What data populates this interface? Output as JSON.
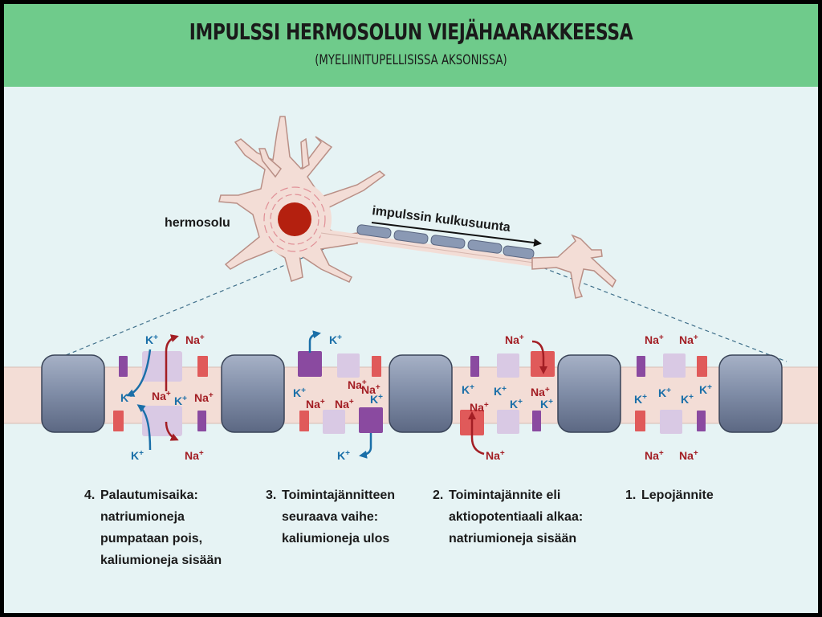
{
  "title": "IMPULSSI HERMOSOLUN VIEJÄHAARAKKEESSA",
  "subtitle": "(MYELIINITUPELLISISSA AKSONISSA)",
  "labels": {
    "neuron": "hermosolu",
    "direction": "impulssin kulkusuunta"
  },
  "ions": {
    "potassium": "K",
    "sodium": "Na",
    "charge": "+"
  },
  "stages": [
    {
      "number": "4.",
      "lines": [
        "Palautumisaika:",
        "natriumioneja",
        "pumpataan pois,",
        "kaliumioneja sisään"
      ]
    },
    {
      "number": "3.",
      "lines": [
        "Toimintajännitteen",
        "seuraava vaihe:",
        "kaliumioneja ulos"
      ]
    },
    {
      "number": "2.",
      "lines": [
        "Toimintajännite eli",
        "aktiopotentiaali alkaa:",
        "natriumioneja sisään"
      ]
    },
    {
      "number": "1.",
      "lines": [
        "Lepojännite"
      ]
    }
  ],
  "colors": {
    "header": "#6fcb8b",
    "background": "#e6f3f4",
    "axon": "#f3ddd6",
    "myelin": "#7d8aa3",
    "potassium": "#1a6fa8",
    "sodium": "#a31e24",
    "channel_purple": "#8a4aa0",
    "channel_red": "#e05a5a",
    "channel_light": "#d9c9e4"
  }
}
